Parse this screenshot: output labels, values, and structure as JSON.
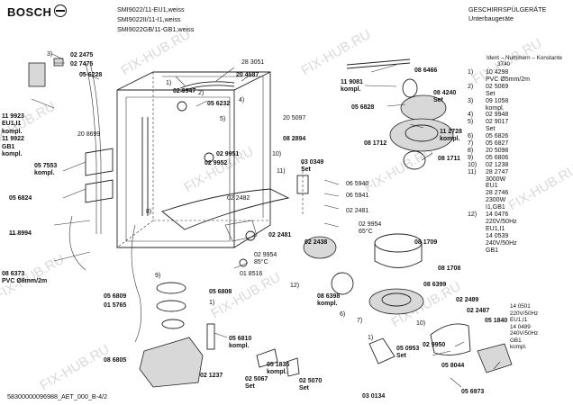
{
  "brand": "BOSCH",
  "header": {
    "models": [
      "SMI9022/11-EU1,weiss",
      "SMI9022II/11-I1,weiss",
      "SMI9022GB/11-GB1,weiss"
    ],
    "title": "GESCHIRRSPÜLGERÄTE",
    "subtitle": "Unterbaugeräte"
  },
  "legend": {
    "heading": "Ident – Nummern – Konstante",
    "heading_num": "3740",
    "items": [
      {
        "n": "1)",
        "lines": [
          "10 4298",
          "PVC Ø5mm/2m"
        ]
      },
      {
        "n": "2)",
        "lines": [
          "02 5069",
          "Set"
        ]
      },
      {
        "n": "3)",
        "lines": [
          "09 1058",
          "kompl."
        ]
      },
      {
        "n": "4)",
        "lines": [
          "02 9948"
        ]
      },
      {
        "n": "5)",
        "lines": [
          "02 9017",
          "Set"
        ]
      },
      {
        "n": "6)",
        "lines": [
          "05 6826"
        ]
      },
      {
        "n": "7)",
        "lines": [
          "05 6827"
        ]
      },
      {
        "n": "8)",
        "lines": [
          "20 5098"
        ]
      },
      {
        "n": "9)",
        "lines": [
          "05 6806"
        ]
      },
      {
        "n": "10)",
        "lines": [
          "02 1238"
        ]
      },
      {
        "n": "11)",
        "lines": [
          "28 2747",
          "3000W",
          "EU1",
          "28 2746",
          "2300W",
          "I1,GB1"
        ]
      },
      {
        "n": "12)",
        "lines": [
          "14 0476",
          "220V/50Hz",
          "EU1,I1",
          "14 0539",
          "240V/50Hz",
          "GB1"
        ]
      }
    ]
  },
  "footer": "58300000096988_AET_000_B-4/2",
  "watermark": "FIX-HUB.RU",
  "parts": [
    {
      "id": "p1",
      "text": "02 2475",
      "bold": true
    },
    {
      "id": "p2",
      "text": "02 7475",
      "bold": true
    },
    {
      "id": "p3",
      "text": "05 6228",
      "bold": true
    },
    {
      "id": "p4",
      "text": "02 9947",
      "bold": true
    },
    {
      "id": "p5",
      "text": "28 3051",
      "bold": false
    },
    {
      "id": "p6",
      "text": "20 4587",
      "bold": true
    },
    {
      "id": "p7",
      "text": "05 6232",
      "bold": true
    },
    {
      "id": "p8",
      "text": "20 5097",
      "bold": false
    },
    {
      "id": "p9",
      "text": "20 8699",
      "bold": false
    },
    {
      "id": "p10",
      "text": "08 2894",
      "bold": true
    },
    {
      "id": "p11",
      "text": "02 9951",
      "bold": true
    },
    {
      "id": "p12",
      "text": "02 9952",
      "bold": true
    },
    {
      "id": "p13",
      "text": "03 0349\nSet",
      "bold": true
    },
    {
      "id": "p14",
      "text": "11 9923\nEU1,I1\nkompl.\n11 9922\nGB1\nkompl.",
      "bold": true
    },
    {
      "id": "p15",
      "text": "05 7553\nkompl.",
      "bold": true
    },
    {
      "id": "p16",
      "text": "05 6824",
      "bold": true
    },
    {
      "id": "p17",
      "text": "02 2482",
      "bold": false
    },
    {
      "id": "p18",
      "text": "02 2481",
      "bold": true
    },
    {
      "id": "p19",
      "text": "11 8994",
      "bold": true
    },
    {
      "id": "p20",
      "text": "02 2438",
      "bold": true
    },
    {
      "id": "p21",
      "text": "02 9954\n85°C",
      "bold": false
    },
    {
      "id": "p22",
      "text": "01 8516",
      "bold": false
    },
    {
      "id": "p23",
      "text": "08 6373\nPVC Ø8mm/2m",
      "bold": true
    },
    {
      "id": "p24",
      "text": "05 6809",
      "bold": true
    },
    {
      "id": "p25",
      "text": "01 5765",
      "bold": true
    },
    {
      "id": "p26",
      "text": "05 6808",
      "bold": true
    },
    {
      "id": "p27",
      "text": "05 6810\nkompl.",
      "bold": true
    },
    {
      "id": "p28",
      "text": "08 6805",
      "bold": true
    },
    {
      "id": "p29",
      "text": "02 1237",
      "bold": true
    },
    {
      "id": "p30",
      "text": "05 1835\nkompl.",
      "bold": true
    },
    {
      "id": "p31",
      "text": "02 5067\nSet",
      "bold": true
    },
    {
      "id": "p32",
      "text": "02 5070\nSet",
      "bold": true
    },
    {
      "id": "p33",
      "text": "03 0134",
      "bold": true
    },
    {
      "id": "p34",
      "text": "08 6466",
      "bold": true
    },
    {
      "id": "p35",
      "text": "11 9081\nkompl.",
      "bold": true
    },
    {
      "id": "p36",
      "text": "08 4240\nSet",
      "bold": true
    },
    {
      "id": "p37",
      "text": "05 6828",
      "bold": true
    },
    {
      "id": "p38",
      "text": "11 2728\nkompl.",
      "bold": true
    },
    {
      "id": "p39",
      "text": "08 1712",
      "bold": true
    },
    {
      "id": "p40",
      "text": "08 1711",
      "bold": true
    },
    {
      "id": "p41",
      "text": "06 5940",
      "bold": false
    },
    {
      "id": "p42",
      "text": "06 5941",
      "bold": false
    },
    {
      "id": "p43",
      "text": "02 2481",
      "bold": false
    },
    {
      "id": "p44",
      "text": "02 9954\n65°C",
      "bold": false
    },
    {
      "id": "p45",
      "text": "08 1709",
      "bold": true
    },
    {
      "id": "p46",
      "text": "08 1708",
      "bold": true
    },
    {
      "id": "p47",
      "text": "08 6399",
      "bold": true
    },
    {
      "id": "p48",
      "text": "08 6398\nkompl.",
      "bold": true
    },
    {
      "id": "p49",
      "text": "02 2489",
      "bold": true
    },
    {
      "id": "p50",
      "text": "02 2487",
      "bold": true
    },
    {
      "id": "p51",
      "text": "05 1840",
      "bold": true
    },
    {
      "id": "p52",
      "text": "14 0501\n220V/50Hz\nEU1,I1\n14 0489\n240V/50Hz\nGB1\nkompl.",
      "bold": false
    },
    {
      "id": "p53",
      "text": "05 0953\nSet",
      "bold": true
    },
    {
      "id": "p54",
      "text": "02 9950",
      "bold": true
    },
    {
      "id": "p55",
      "text": "05 8044",
      "bold": true
    },
    {
      "id": "p56",
      "text": "05 6973",
      "bold": true
    }
  ],
  "refs": [
    {
      "id": "r1",
      "text": "3)"
    },
    {
      "id": "r2",
      "text": "1)"
    },
    {
      "id": "r3",
      "text": "2)"
    },
    {
      "id": "r4",
      "text": "4)"
    },
    {
      "id": "r5",
      "text": "5)"
    },
    {
      "id": "r6",
      "text": "10)"
    },
    {
      "id": "r7",
      "text": "11)"
    },
    {
      "id": "r8",
      "text": "8)"
    },
    {
      "id": "r9",
      "text": "9)"
    },
    {
      "id": "r10",
      "text": "1)"
    },
    {
      "id": "r11",
      "text": "12)"
    },
    {
      "id": "r12",
      "text": "6)"
    },
    {
      "id": "r13",
      "text": "7)"
    },
    {
      "id": "r14",
      "text": "10)"
    },
    {
      "id": "r15",
      "text": "1)"
    }
  ]
}
